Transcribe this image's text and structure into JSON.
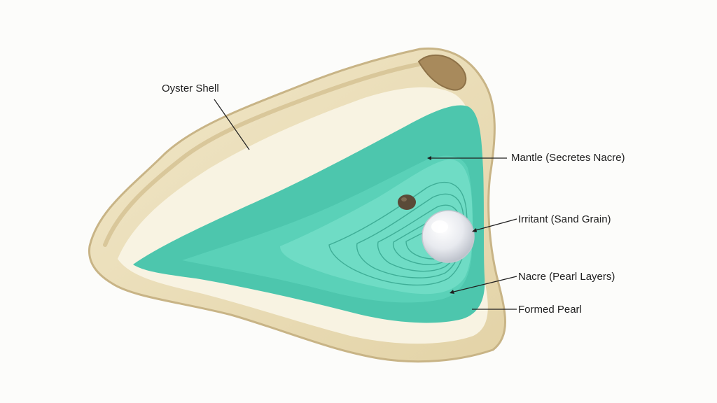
{
  "labels": {
    "oyster_shell": "Oyster Shell",
    "mantle": "Mantle (Secretes Nacre)",
    "irritant": "Irritant (Sand Grain)",
    "nacre": "Nacre (Pearl Layers)",
    "formed_pearl": "Formed Pearl"
  },
  "colors": {
    "shell_outer": "#e9dcb6",
    "shell_rim": "#c8b486",
    "shell_inner": "#f8f3e2",
    "mantle_outer": "#4dc6ad",
    "mantle_inner": "#6fdcc5",
    "nacre_line": "#3fae97",
    "irritant": "#5a4a38",
    "pearl": "#eef0f4",
    "leader": "#1f1f1f"
  }
}
